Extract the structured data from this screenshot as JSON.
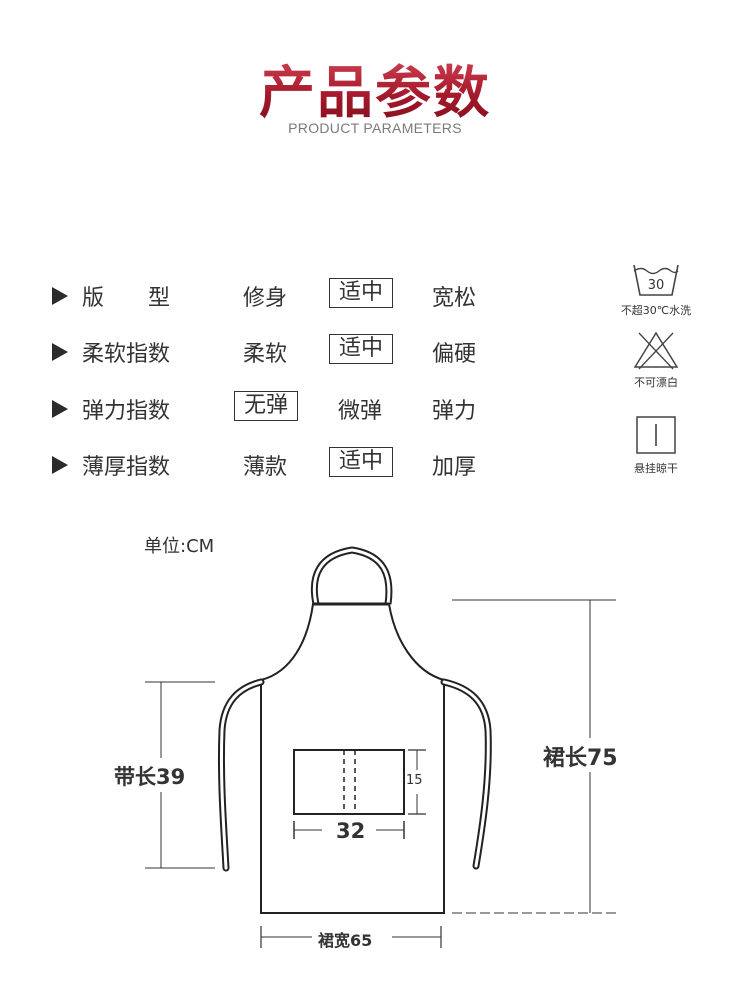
{
  "header": {
    "title": "产品参数",
    "subtitle": "PRODUCT PARAMETERS"
  },
  "params": [
    {
      "label": "版　　型",
      "options": [
        "修身",
        "适中",
        "宽松"
      ],
      "selected": 1
    },
    {
      "label": "柔软指数",
      "options": [
        "柔软",
        "适中",
        "偏硬"
      ],
      "selected": 1
    },
    {
      "label": "弹力指数",
      "options": [
        "无弹",
        "微弹",
        "弹力"
      ],
      "selected": 0
    },
    {
      "label": "薄厚指数",
      "options": [
        "薄款",
        "适中",
        "加厚"
      ],
      "selected": 1
    }
  ],
  "care": {
    "wash": {
      "temp": "30",
      "label": "不超30℃水洗",
      "icon": "wash-tub-icon"
    },
    "bleach": {
      "label": "不可漂白",
      "icon": "no-bleach-icon"
    },
    "dry": {
      "label": "悬挂晾干",
      "icon": "hang-dry-icon"
    }
  },
  "diagram": {
    "unit": "单位:CM",
    "strap_length": "带长39",
    "apron_length": "裙长75",
    "apron_width": "裙宽65",
    "pocket_width": "32",
    "pocket_height": "15"
  }
}
